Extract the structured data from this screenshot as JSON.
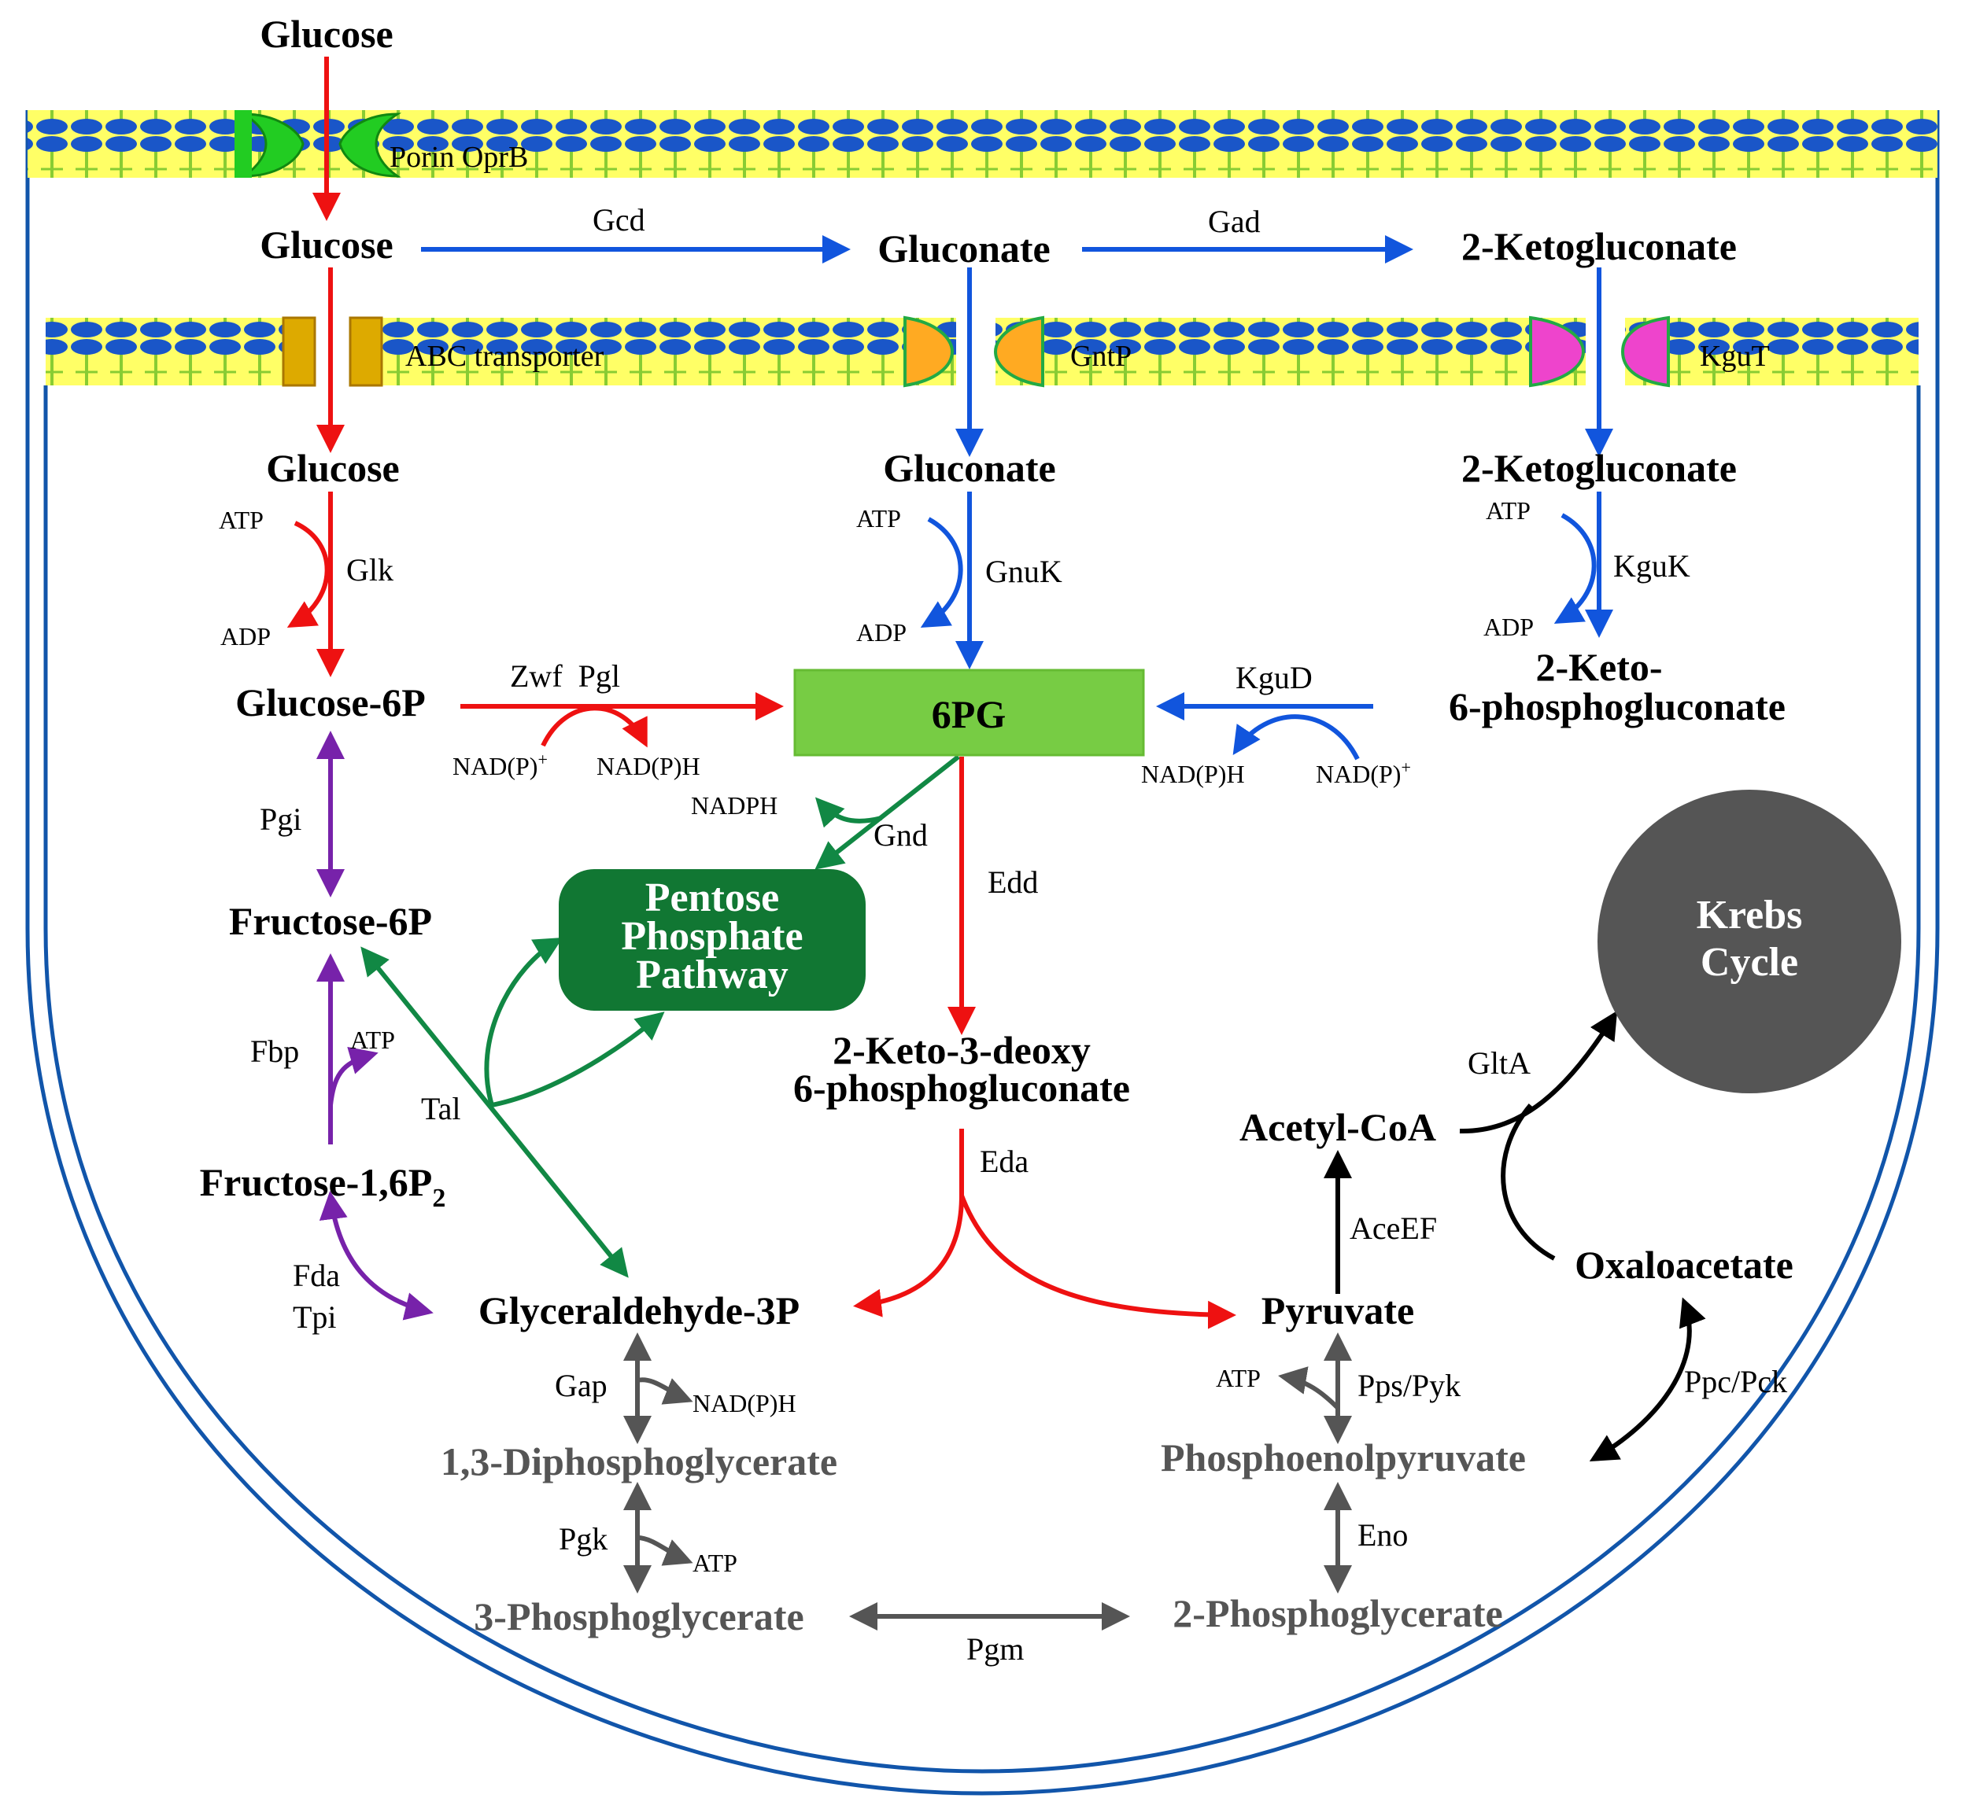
{
  "colors": {
    "red": "#ee1111",
    "blue": "#1155dd",
    "green": "#118844",
    "purple": "#7722aa",
    "gray": "#555555",
    "black": "#000000",
    "six_pg_box": "#77cc44",
    "ppp_box": "#117733",
    "krebs": "#555555",
    "cell_wall": "#1155aa",
    "membrane_head": "#1a56c8",
    "membrane_tail": "#ffff66",
    "porin": "#22cc22",
    "abc": "#ddaa00",
    "gntp": "#ffaa22",
    "kgut": "#ee44cc"
  },
  "membranes": {
    "outer_porin_label": "Porin OprB",
    "abc_label": "ABC transporter",
    "gntp_label": "GntP",
    "kgut_label": "KguT"
  },
  "metabolites": {
    "glucose_ext": "Glucose",
    "glucose_peri": "Glucose",
    "gluconate_peri": "Gluconate",
    "ketogluconate_peri": "2-Ketogluconate",
    "glucose_cyto": "Glucose",
    "gluconate_cyto": "Gluconate",
    "ketogluconate_cyto": "2-Ketogluconate",
    "glucose_6p": "Glucose-6P",
    "six_pg": "6PG",
    "keto6p_line1": "2-Keto-",
    "keto6p_line2": "6-phosphogluconate",
    "ppp_line1": "Pentose",
    "ppp_line2": "Phosphate",
    "ppp_line3": "Pathway",
    "fructose_6p": "Fructose-6P",
    "kdpg_line1": "2-Keto-3-deoxy",
    "kdpg_line2": "6-phosphogluconate",
    "krebs_line1": "Krebs",
    "krebs_line2": "Cycle",
    "fructose_16p2": "Fructose-1,6P",
    "fructose_16p2_sub": "2",
    "acetyl_coa": "Acetyl-CoA",
    "oxaloacetate": "Oxaloacetate",
    "g3p": "Glyceraldehyde-3P",
    "pyruvate": "Pyruvate",
    "dpg": "1,3-Diphosphoglycerate",
    "pep": "Phosphoenolpyruvate",
    "pg3": "3-Phosphoglycerate",
    "pg2": "2-Phosphoglycerate"
  },
  "enzymes": {
    "gcd": "Gcd",
    "gad": "Gad",
    "glk": "Glk",
    "gnuk": "GnuK",
    "kguk": "KguK",
    "zwf_pgl": "Zwf  Pgl",
    "kgud": "KguD",
    "gnd": "Gnd",
    "edd": "Edd",
    "pgi": "Pgi",
    "fbp": "Fbp",
    "tal": "Tal",
    "glta": "GltA",
    "eda": "Eda",
    "aceef": "AceEF",
    "fda": "Fda",
    "tpi": "Tpi",
    "gap": "Gap",
    "pps_pyk": "Pps/Pyk",
    "ppc_pck": "Ppc/Pck",
    "pgk": "Pgk",
    "eno": "Eno",
    "pgm": "Pgm"
  },
  "cofactors": {
    "atp_glk": "ATP",
    "adp_glk": "ADP",
    "atp_gnuk": "ATP",
    "adp_gnuk": "ADP",
    "atp_kguk": "ATP",
    "adp_kguk": "ADP",
    "nadp_zwf": "NAD(P)",
    "nadph_zwf": "NAD(P)H",
    "nadph_kgud": "NAD(P)H",
    "nadp_kgud": "NAD(P)",
    "plus": "+",
    "nadph_gnd": "NADPH",
    "atp_fbp": "ATP",
    "nadph_gap": "NAD(P)H",
    "atp_pps": "ATP",
    "atp_pgk": "ATP"
  }
}
